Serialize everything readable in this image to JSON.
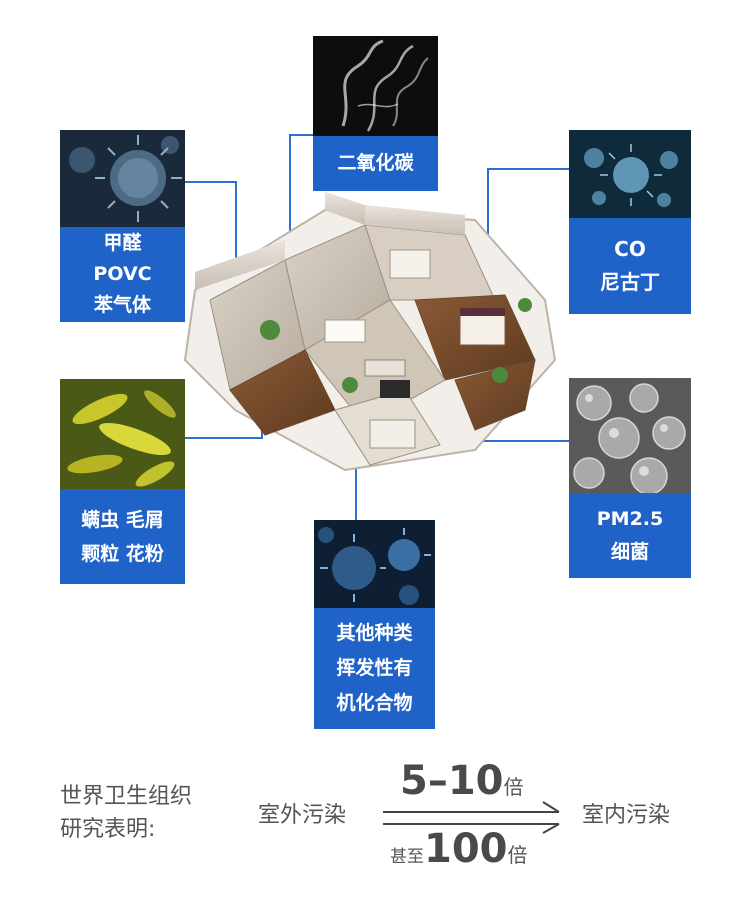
{
  "cards": {
    "co2": {
      "lines": [
        "二氧化碳"
      ],
      "icon": "smoke-image"
    },
    "formaldehyde": {
      "lines": [
        "甲醛",
        "POVC",
        "苯气体"
      ],
      "icon": "virus-image"
    },
    "co": {
      "lines": [
        "CO",
        "尼古丁"
      ],
      "icon": "virus-image"
    },
    "mites": {
      "lines": [
        "螨虫 毛屑",
        "颗粒 花粉"
      ],
      "icon": "bacteria-image"
    },
    "pm25": {
      "lines": [
        "PM2.5",
        "细菌"
      ],
      "icon": "particle-image"
    },
    "voc": {
      "lines": [
        "其他种类",
        "挥发性有",
        "机化合物"
      ],
      "icon": "virus-image"
    }
  },
  "footer": {
    "note_line1": "世界卫生组织",
    "note_line2": "研究表明:",
    "outdoor": "室外污染",
    "ratio_top_num": "5–10",
    "ratio_top_unit": "倍",
    "ratio_bottom_prefix": "甚至",
    "ratio_bottom_num": "100",
    "ratio_bottom_unit": "倍",
    "indoor": "室内污染"
  },
  "colors": {
    "accent": "#1f63c8",
    "line": "#2a6fd4"
  }
}
